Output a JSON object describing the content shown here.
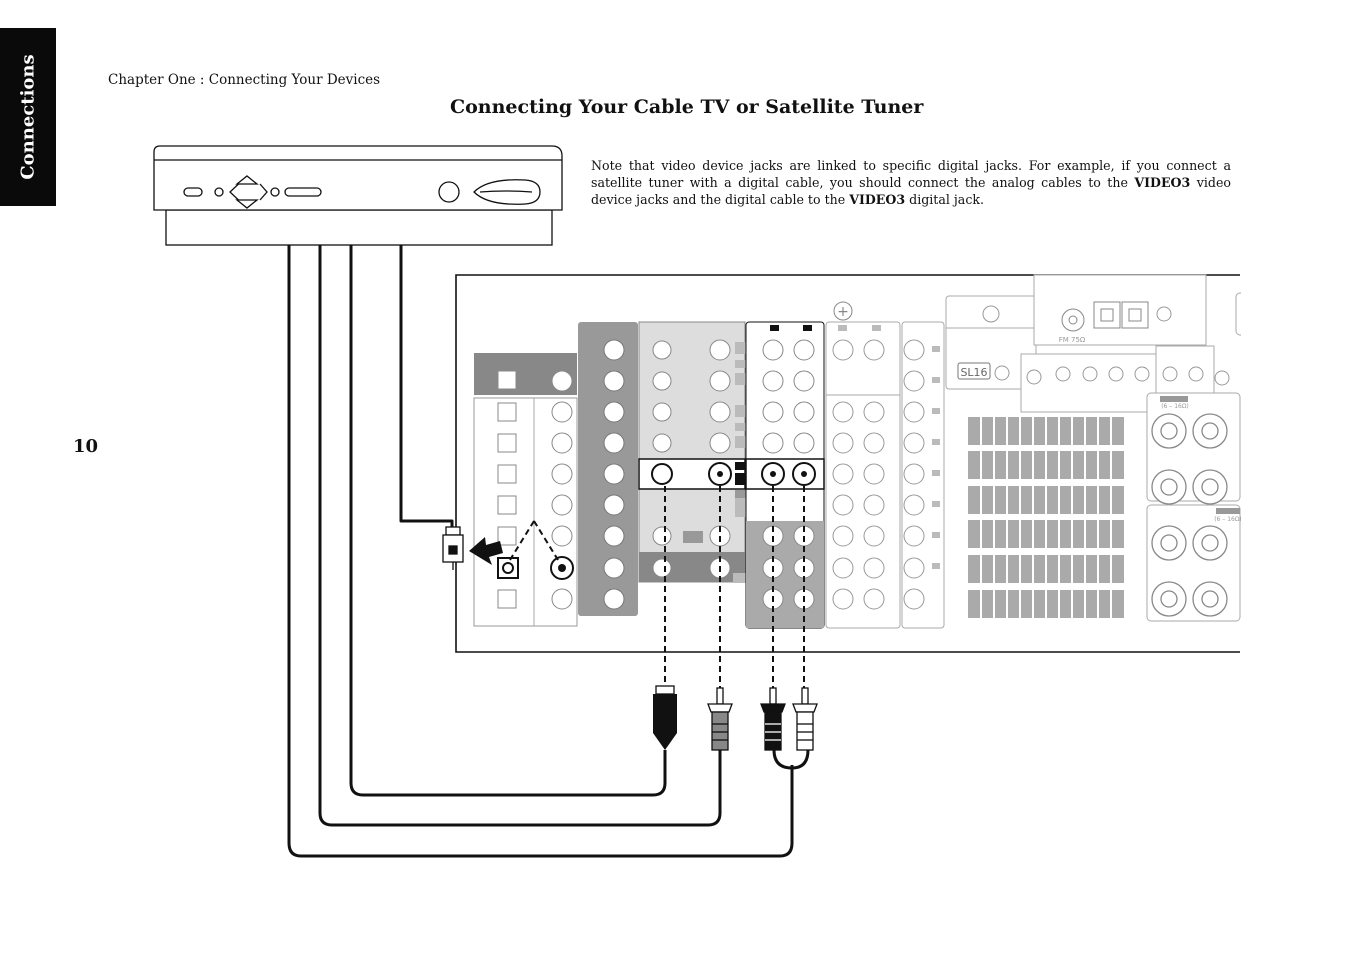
{
  "side_tab": {
    "label": "Connections"
  },
  "header": {
    "chapter": "Chapter One : Connecting Your Devices"
  },
  "title": "Connecting Your Cable TV or Satellite Tuner",
  "page_number": "10",
  "note": {
    "part1": "Note that video device jacks are linked to specific digital jacks. For example, if you connect a satellite tuner with a digital cable, you should connect the analog cables to the ",
    "bold1": "VIDEO3",
    "part2": " video device jacks and the digital cable to the ",
    "bold2": "VIDEO3",
    "part3": " digital jack."
  },
  "diagram": {
    "panel_labels": {
      "logo": "SL16",
      "fm": "FM 75Ω",
      "speaker_a": "(6 – 16Ω)",
      "speaker_b": "(6 – 16Ω)"
    }
  }
}
